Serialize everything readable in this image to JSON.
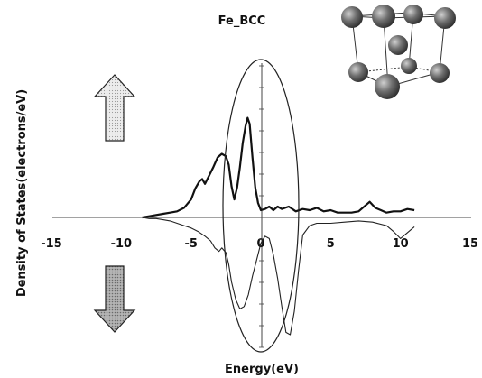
{
  "chart_data": {
    "type": "line",
    "title": "Fe_BCC",
    "xlabel": "Energy(eV)",
    "ylabel": "Density of States(electrons/eV)",
    "xlim": [
      -15,
      15
    ],
    "ylim": [
      -1,
      1
    ],
    "grid": false,
    "x_ticks": [
      "-15",
      "-10",
      "-5",
      "0",
      "5",
      "10",
      "15"
    ],
    "x_tick_values": [
      -15,
      -10,
      -5,
      0,
      5,
      10,
      15
    ],
    "series": [
      {
        "spin": "up",
        "points": [
          [
            -8.5,
            0.0
          ],
          [
            -8.0,
            0.01
          ],
          [
            -7.5,
            0.02
          ],
          [
            -7.0,
            0.03
          ],
          [
            -6.5,
            0.04
          ],
          [
            -6.0,
            0.05
          ],
          [
            -5.5,
            0.08
          ],
          [
            -5.0,
            0.15
          ],
          [
            -4.7,
            0.24
          ],
          [
            -4.4,
            0.3
          ],
          [
            -4.2,
            0.32
          ],
          [
            -4.0,
            0.28
          ],
          [
            -3.7,
            0.35
          ],
          [
            -3.4,
            0.42
          ],
          [
            -3.1,
            0.5
          ],
          [
            -2.8,
            0.53
          ],
          [
            -2.5,
            0.51
          ],
          [
            -2.3,
            0.44
          ],
          [
            -2.1,
            0.26
          ],
          [
            -1.9,
            0.15
          ],
          [
            -1.7,
            0.25
          ],
          [
            -1.5,
            0.42
          ],
          [
            -1.3,
            0.62
          ],
          [
            -1.1,
            0.76
          ],
          [
            -0.95,
            0.83
          ],
          [
            -0.8,
            0.78
          ],
          [
            -0.6,
            0.5
          ],
          [
            -0.4,
            0.25
          ],
          [
            -0.2,
            0.12
          ],
          [
            0.0,
            0.06
          ],
          [
            0.3,
            0.07
          ],
          [
            0.6,
            0.09
          ],
          [
            0.9,
            0.06
          ],
          [
            1.2,
            0.09
          ],
          [
            1.5,
            0.07
          ],
          [
            2.0,
            0.09
          ],
          [
            2.5,
            0.05
          ],
          [
            3.0,
            0.07
          ],
          [
            3.5,
            0.06
          ],
          [
            4.0,
            0.08
          ],
          [
            4.5,
            0.05
          ],
          [
            5.0,
            0.06
          ],
          [
            5.5,
            0.04
          ],
          [
            6.0,
            0.04
          ],
          [
            6.5,
            0.04
          ],
          [
            7.0,
            0.05
          ],
          [
            7.5,
            0.1
          ],
          [
            7.8,
            0.13
          ],
          [
            8.2,
            0.08
          ],
          [
            8.6,
            0.06
          ],
          [
            9.0,
            0.04
          ],
          [
            9.5,
            0.05
          ],
          [
            10.0,
            0.05
          ],
          [
            10.5,
            0.07
          ],
          [
            11.0,
            0.06
          ]
        ]
      },
      {
        "spin": "down",
        "points": [
          [
            -8.5,
            0.0
          ],
          [
            -8.0,
            -0.01
          ],
          [
            -7.5,
            -0.01
          ],
          [
            -7.0,
            -0.02
          ],
          [
            -6.5,
            -0.03
          ],
          [
            -6.0,
            -0.05
          ],
          [
            -5.5,
            -0.07
          ],
          [
            -5.0,
            -0.09
          ],
          [
            -4.5,
            -0.12
          ],
          [
            -4.0,
            -0.16
          ],
          [
            -3.6,
            -0.2
          ],
          [
            -3.3,
            -0.26
          ],
          [
            -3.0,
            -0.29
          ],
          [
            -2.8,
            -0.26
          ],
          [
            -2.5,
            -0.3
          ],
          [
            -2.3,
            -0.4
          ],
          [
            -2.1,
            -0.55
          ],
          [
            -1.8,
            -0.7
          ],
          [
            -1.5,
            -0.78
          ],
          [
            -1.2,
            -0.76
          ],
          [
            -0.9,
            -0.66
          ],
          [
            -0.6,
            -0.5
          ],
          [
            -0.3,
            -0.36
          ],
          [
            0.0,
            -0.22
          ],
          [
            0.3,
            -0.16
          ],
          [
            0.6,
            -0.18
          ],
          [
            0.9,
            -0.32
          ],
          [
            1.2,
            -0.52
          ],
          [
            1.5,
            -0.76
          ],
          [
            1.8,
            -0.98
          ],
          [
            2.1,
            -1.0
          ],
          [
            2.4,
            -0.8
          ],
          [
            2.7,
            -0.45
          ],
          [
            3.0,
            -0.15
          ],
          [
            3.5,
            -0.07
          ],
          [
            4.0,
            -0.05
          ],
          [
            5.0,
            -0.05
          ],
          [
            6.0,
            -0.04
          ],
          [
            7.0,
            -0.03
          ],
          [
            8.0,
            -0.04
          ],
          [
            9.0,
            -0.07
          ],
          [
            9.5,
            -0.12
          ],
          [
            10.0,
            -0.18
          ],
          [
            10.5,
            -0.13
          ],
          [
            11.0,
            -0.08
          ]
        ]
      }
    ],
    "annotations": {
      "spin_up_arrow": "up",
      "spin_down_arrow": "down",
      "fermi_level_ellipse_center_x": 0,
      "crystal_structure_inset": "bcc-unit-cell"
    }
  },
  "colors": {
    "line": "#111111",
    "arrow_up_fill": "#e4e4e4",
    "arrow_down_fill": "#a8a8a8",
    "atom": "#555555",
    "axis": "#444444"
  }
}
